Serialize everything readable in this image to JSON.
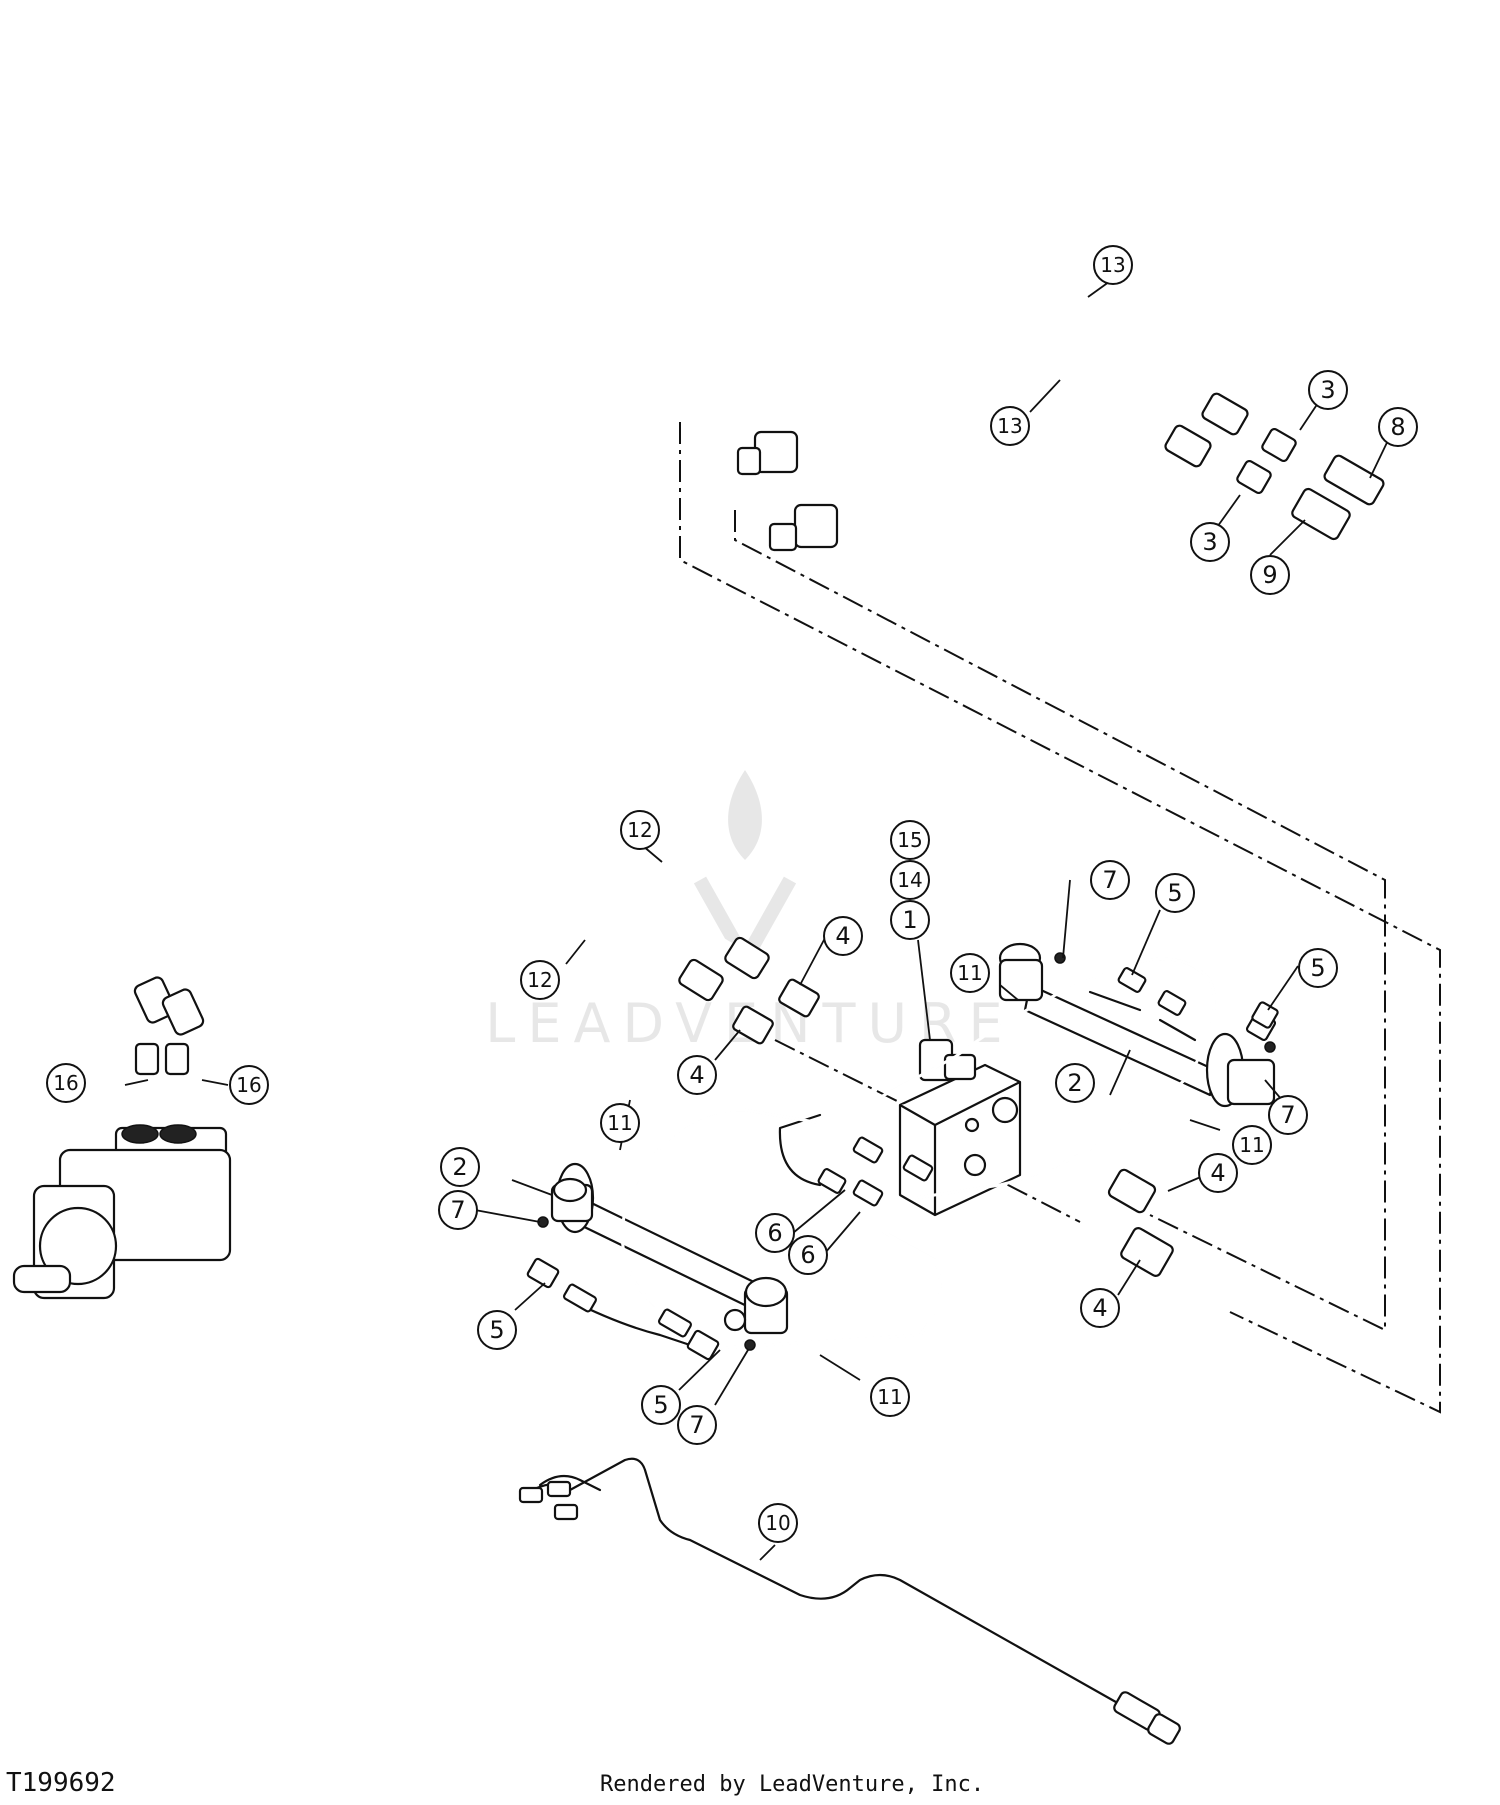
{
  "figure_id": "T199692",
  "credit": "Rendered by LeadVenture, Inc.",
  "watermark": "LEADVENTURE",
  "callouts": [
    "1",
    "2",
    "3",
    "4",
    "5",
    "6",
    "7",
    "8",
    "9",
    "10",
    "11",
    "12",
    "13",
    "14",
    "15",
    "16"
  ]
}
